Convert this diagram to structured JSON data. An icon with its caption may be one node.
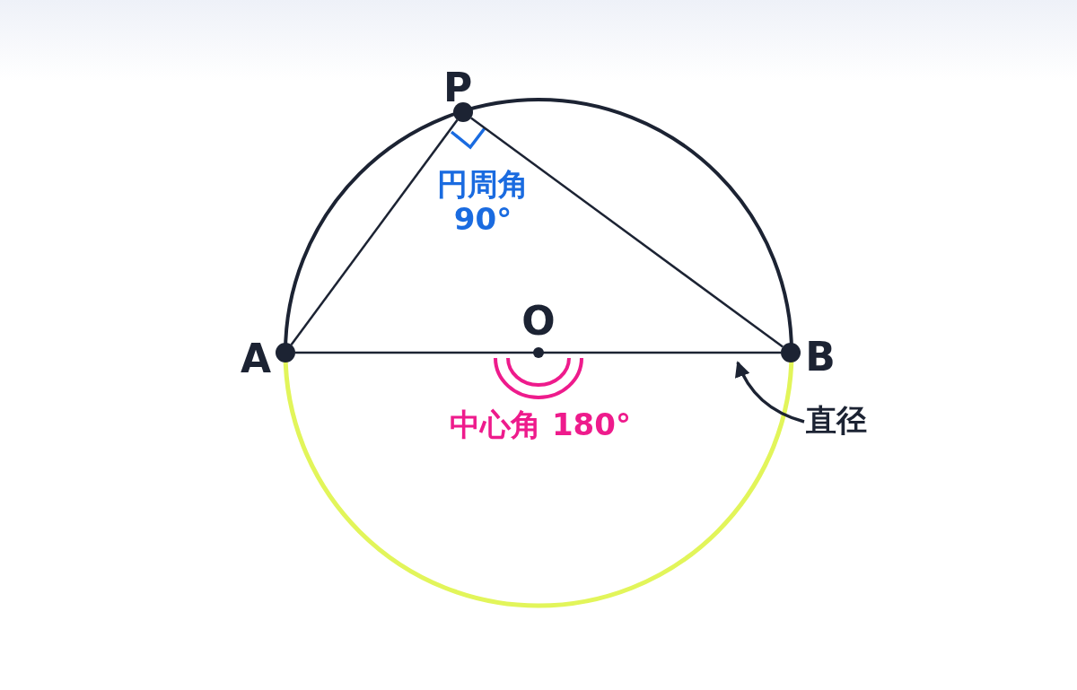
{
  "diagram": {
    "nodes": [
      {
        "text": [],
        "shape": "circle"
      },
      {
        "text": [],
        "shape": "circle"
      },
      {
        "text": [],
        "shape": "circle"
      },
      {
        "text": [],
        "shape": "circle"
      },
      {
        "text": [
          "直径"
        ]
      }
    ],
    "edges": [
      {
        "from": 1,
        "to": 0,
        "arrow": "none"
      },
      {
        "from": 0,
        "to": 3,
        "arrow": "none"
      },
      {
        "from": 1,
        "to": 3,
        "arrow": "none"
      },
      {
        "from": 4,
        "to": null,
        "arrow": "to"
      }
    ],
    "labels": [
      "P",
      "円周角 90°",
      "O",
      "A",
      "B",
      "中心角 180°"
    ]
  }
}
